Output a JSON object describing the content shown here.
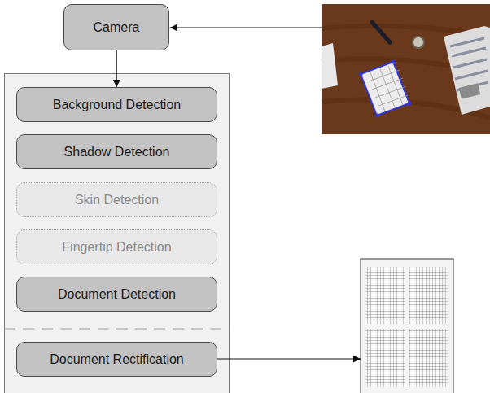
{
  "diagram": {
    "nodes": [
      {
        "text": [
          "Camera"
        ]
      },
      {
        "text": [
          "Background Detection"
        ]
      },
      {
        "text": [
          "Shadow Detection"
        ]
      },
      {
        "text": [
          "Skin Detection"
        ]
      },
      {
        "text": [
          "Fingertip Detection"
        ]
      },
      {
        "text": [
          "Document Detection"
        ]
      },
      {
        "text": [
          "Document Rectification"
        ]
      }
    ],
    "edges": [
      {
        "from": 0,
        "to": 1,
        "arrow": "to"
      }
    ]
  }
}
